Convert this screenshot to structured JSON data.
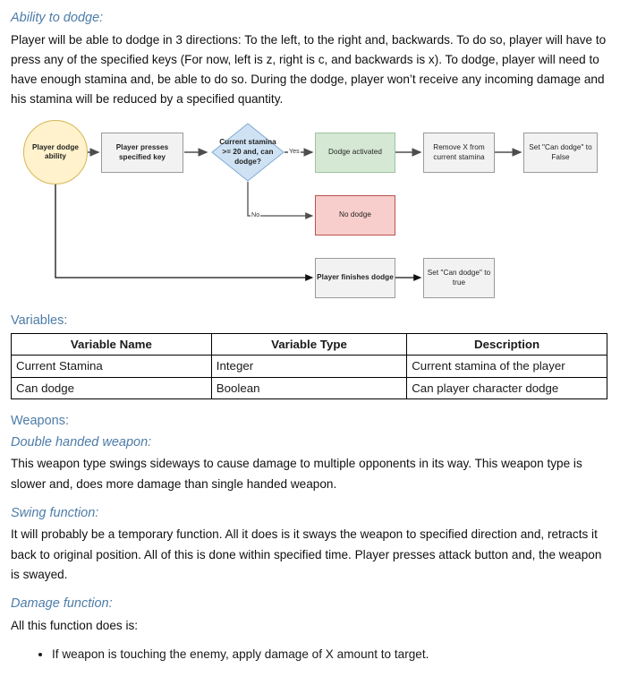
{
  "sections": {
    "dodge_heading": "Ability to dodge:",
    "dodge_paragraph": "Player will be able to dodge in 3 directions: To the left, to the right and, backwards. To do so, player will have to press any of the specified keys (For now, left is z, right is c, and backwards is x). To dodge, player will need to have enough stamina and, be able to do so. During the dodge, player won’t receive any incoming damage and his stamina will be reduced by a specified quantity.",
    "variables_heading": "Variables:",
    "weapons_heading": "Weapons:",
    "double_handed_heading": "Double handed weapon:",
    "double_handed_paragraph": "This weapon type swings sideways to cause damage to multiple opponents in its way. This weapon type is slower and, does more damage than single handed weapon.",
    "swing_heading": "Swing function:",
    "swing_paragraph": "It will probably be a temporary function. All it does is it sways the weapon to specified direction and, retracts it back to original position. All of this is done within specified time. Player presses attack button and, the weapon is swayed.",
    "damage_heading": "Damage function:",
    "damage_intro": "All this function does is:",
    "damage_bullets": [
      "If weapon is touching the enemy, apply damage of X amount to target."
    ]
  },
  "flowchart": {
    "nodes": {
      "start": "Player dodge ability",
      "press_key": "Player presses specified key",
      "decision": "Current stamina >= 20 and, can dodge?",
      "dodge_activated": "Dodge activated",
      "remove_stamina": "Remove X from current stamina",
      "set_false": "Set \"Can dodge\" to False",
      "no_dodge": "No dodge",
      "finishes_dodge": "Player finishes dodge",
      "set_true": "Set \"Can dodge\" to true"
    },
    "edge_labels": {
      "yes": "Yes",
      "no": "No"
    },
    "colors": {
      "start_fill": "#fff2cc",
      "start_stroke": "#d6b656",
      "process_fill": "#f2f2f2",
      "process_stroke": "#9a9a9a",
      "decision_fill": "#cfe2f3",
      "decision_stroke": "#7eaad4",
      "success_fill": "#d5e8d4",
      "success_stroke": "#9dc49d",
      "fail_fill": "#f8cecc",
      "fail_stroke": "#b85450",
      "edge_stroke": "#4d4d4d"
    }
  },
  "variables_table": {
    "headers": [
      "Variable Name",
      "Variable Type",
      "Description"
    ],
    "rows": [
      [
        "Current Stamina",
        "Integer",
        "Current stamina of the player"
      ],
      [
        "Can dodge",
        "Boolean",
        "Can player character dodge"
      ]
    ]
  },
  "theme": {
    "heading_color": "#4d7ca8",
    "body_color": "#101010"
  }
}
